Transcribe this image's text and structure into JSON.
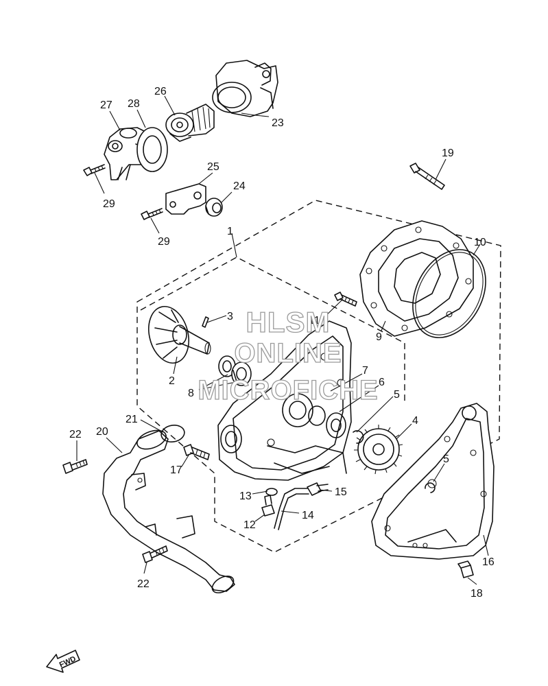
{
  "watermark": {
    "line1": "HLSM",
    "line2": "ONLINE",
    "line3": "MICROFICHE"
  },
  "fwd_label": "FWD",
  "callouts": [
    "1",
    "2",
    "3",
    "4",
    "5",
    "5",
    "6",
    "7",
    "8",
    "9",
    "10",
    "11",
    "12",
    "13",
    "14",
    "15",
    "16",
    "17",
    "18",
    "19",
    "20",
    "21",
    "22",
    "22",
    "23",
    "24",
    "25",
    "26",
    "27",
    "28",
    "29",
    "29"
  ]
}
